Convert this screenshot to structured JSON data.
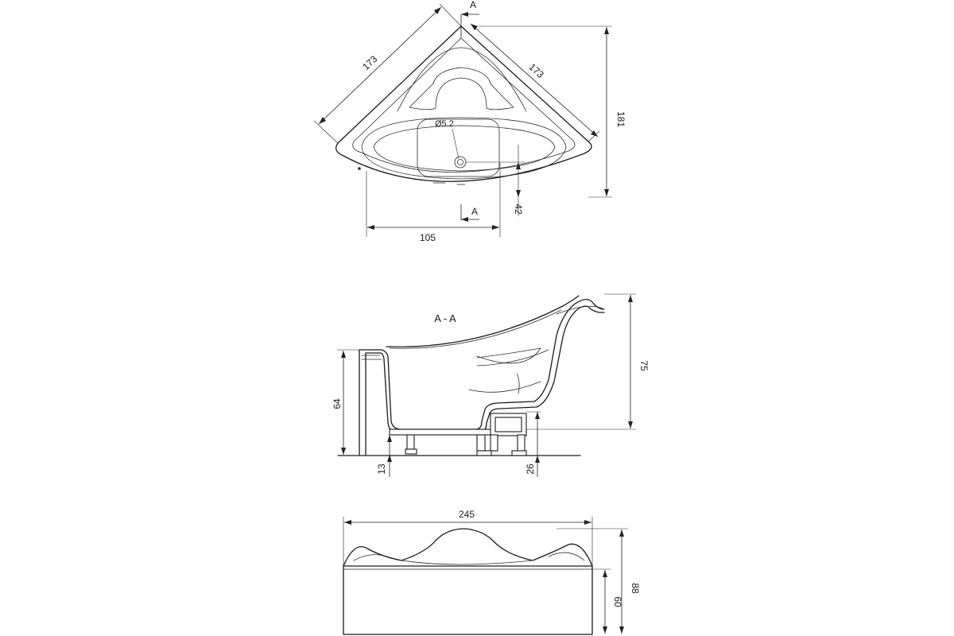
{
  "top_view": {
    "dims": {
      "side_left": "173",
      "side_right": "173",
      "depth": "181",
      "drain_offset": "105",
      "drain_edge": "42",
      "drain_diameter": "Ø5.2"
    },
    "section_mark_top": "A",
    "section_mark_bottom": "A"
  },
  "section_view": {
    "title": "A - A",
    "dims": {
      "rim_height": "64",
      "total_height": "75",
      "leg_height": "13",
      "frame_height": "26"
    }
  },
  "front_view": {
    "dims": {
      "width": "245",
      "apron_height": "60",
      "total_height": "88"
    }
  }
}
